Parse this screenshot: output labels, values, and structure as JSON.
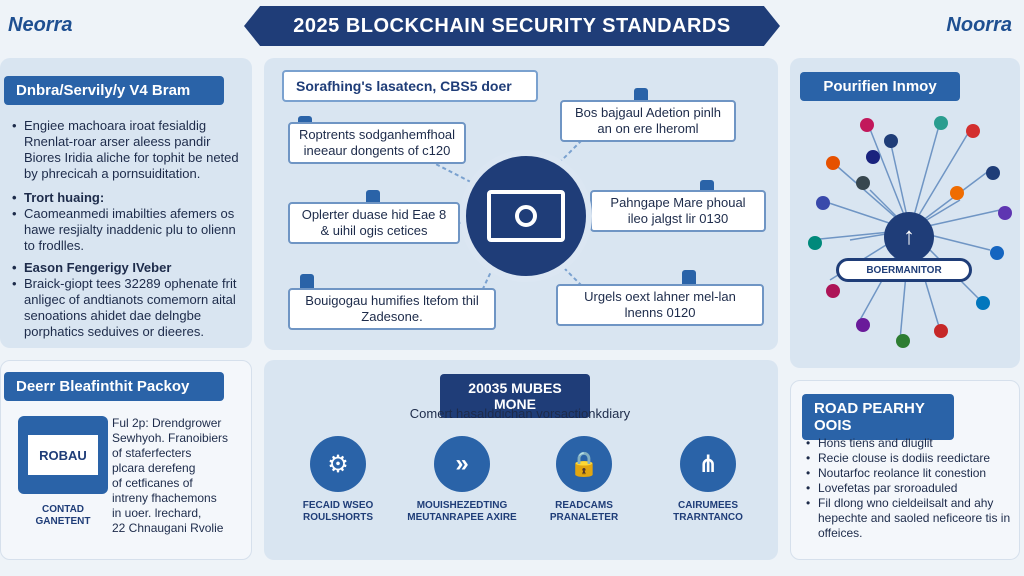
{
  "header": {
    "brand_left": "Neorra",
    "brand_right": "Noorra",
    "title": "2025 BLOCKCHAIN SECURITY STANDARDS"
  },
  "left_top": {
    "tag": "Dnbra/Servily/y V4 Bram",
    "bullets": [
      "Engiee machoara iroat fesialdig Rnenlat-roar arser aleess pandir Biores Iridia aliche for tophit be neted by phrecicah a pornsuiditation."
    ],
    "sub1": "Trort huaing:",
    "bullets2": [
      "Caomeanmedi imabilties afemers os hawe resjialty inaddenic plu to olienn to frodlles."
    ],
    "sub2": "Eason Fengerigy IVeber",
    "bullets3": [
      "Braick-giopt tees 32289 ophenate frit anligec of andtianots comemorn aital senoations ahidet dae delngbe porphatics seduives or dieeres."
    ]
  },
  "left_bottom": {
    "tag": "Deerr Bleafinthit Packoy",
    "doc_label": "ROBAU",
    "doc_caption": "CONTAD GANETENT",
    "text_lines": [
      "Ful 2p: Drendgrower",
      "Sewhyoh. Franoibiers",
      "of staferfecters",
      "plcara derefeng",
      "of cetficanes of",
      "intreny fhachemons",
      "in uoer. lrechard,",
      "22 Chnaugani Rvolie"
    ]
  },
  "center_top": {
    "tag": "Sorafhing's lasatecn, CBS5 doer",
    "box1": "Roptrents sodganhemfhoal ineeaur dongents of c120",
    "box2": "Bos bajgaul Adetion pinlh an on ere lheroml",
    "box3": "Oplerter duase hid Eae 8 & uihil ogis cetices",
    "box4": "Pahngape Mare phoual ileo jalgst lir 0130",
    "box5": "Bouigogau humifies ltefom thil Zadesone.",
    "box6": "Urgels oext lahner mel-lan lnenns 0120"
  },
  "center_bottom": {
    "tag": "20035 MUBES MONE",
    "subtitle": "Comert hasalddichan vorsactionkdiary",
    "features": [
      {
        "icon": "chart-icon",
        "glyph": "⚙",
        "label": "FECAID WSEO ROULSHORTS"
      },
      {
        "icon": "shield-icon",
        "glyph": "»",
        "label": "MOUISHEZEDTING MEUTANRAPEE AXIRE"
      },
      {
        "icon": "lock-icon",
        "glyph": "🔒",
        "label": "READCAMS PRANALETER"
      },
      {
        "icon": "people-icon",
        "glyph": "⋔",
        "label": "CAIRUMEES TRARNTANCO"
      }
    ]
  },
  "right_top": {
    "tag": "Pourifien Inmoy",
    "hub_label": "BOERMANITOR"
  },
  "right_bottom": {
    "tag": "ROAD PEARHY OOIS",
    "bullets": [
      "Hons tiens and dluglit",
      "Recie clouse is dodiis reedictare",
      "Noutarfoc reolance lit conestion",
      "Lovefetas par sroroaduled",
      "Fil dlong wno cieldeilsalt and ahy hepechte and saoled neficeore tis in offeices."
    ]
  },
  "colors": {
    "navy": "#1f3d78",
    "blue": "#2a63a8",
    "panel": "#d9e5f1"
  }
}
